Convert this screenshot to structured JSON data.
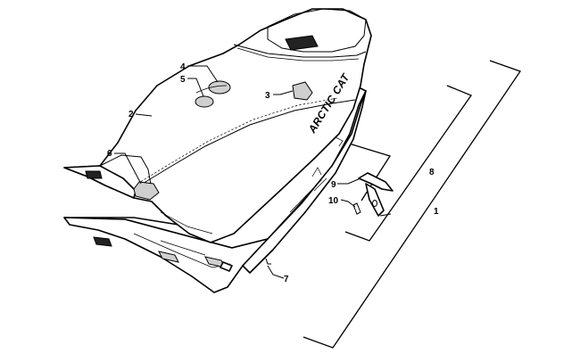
{
  "logo_text": "ARCTIC CAT",
  "callouts": {
    "c1": "1",
    "c2": "2",
    "c3": "3",
    "c4": "4",
    "c5": "5",
    "c6": "6",
    "c7": "7",
    "c8": "8",
    "c9": "9",
    "c10": "10"
  },
  "colors": {
    "line": "#000000",
    "background": "#ffffff"
  }
}
